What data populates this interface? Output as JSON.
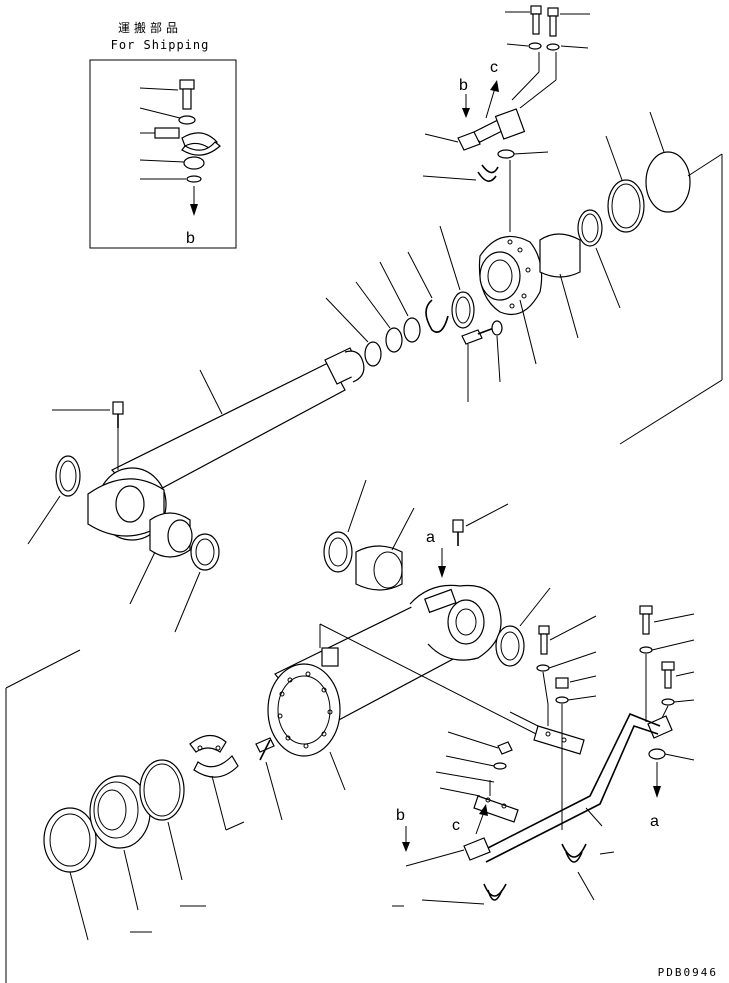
{
  "shipping_box": {
    "title_jp": "運搬部品",
    "title_en": "For Shipping",
    "arrow_label": "b"
  },
  "callouts": {
    "a_top": "a",
    "b_top": "b",
    "c_top": "c",
    "a_right": "a",
    "b_bottom": "b",
    "c_bottom": "c"
  },
  "drawing_code": "PDB0946"
}
